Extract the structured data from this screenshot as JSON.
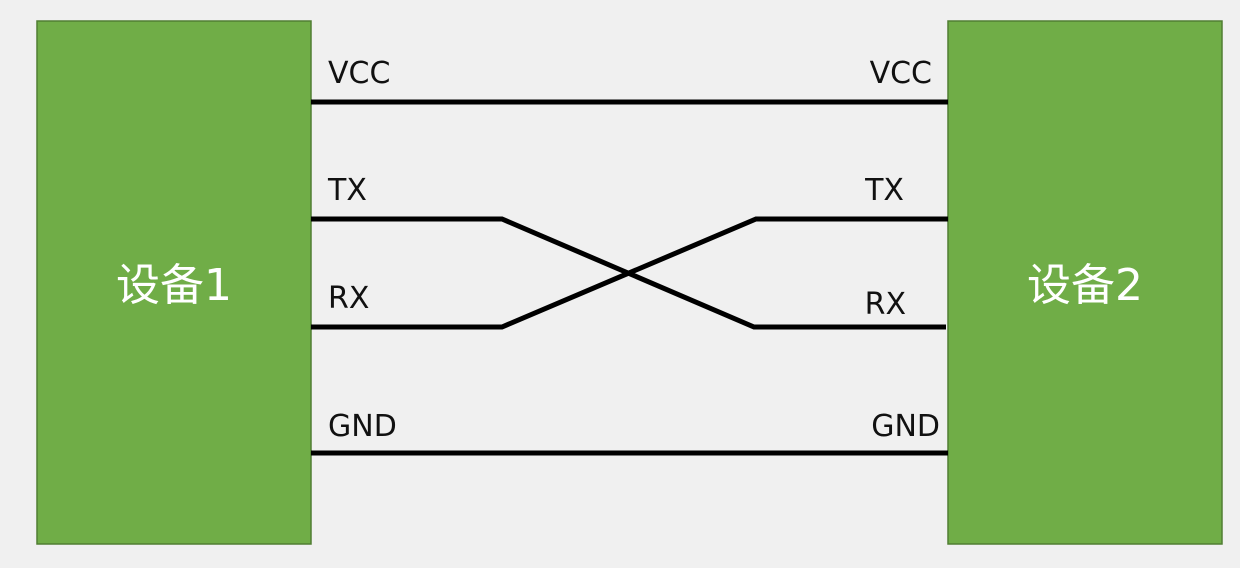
{
  "devices": {
    "left": {
      "label": "设备1"
    },
    "right": {
      "label": "设备2"
    }
  },
  "pins": {
    "vcc": {
      "left": "VCC",
      "right": "VCC"
    },
    "tx": {
      "left": "TX",
      "right": "TX"
    },
    "rx": {
      "left": "RX",
      "right": "RX"
    },
    "gnd": {
      "left": "GND",
      "right": "GND"
    }
  },
  "colors": {
    "device_fill": "#70ad47",
    "device_stroke": "#507e32",
    "wire": "#000000",
    "background": "#f0f0f0"
  }
}
